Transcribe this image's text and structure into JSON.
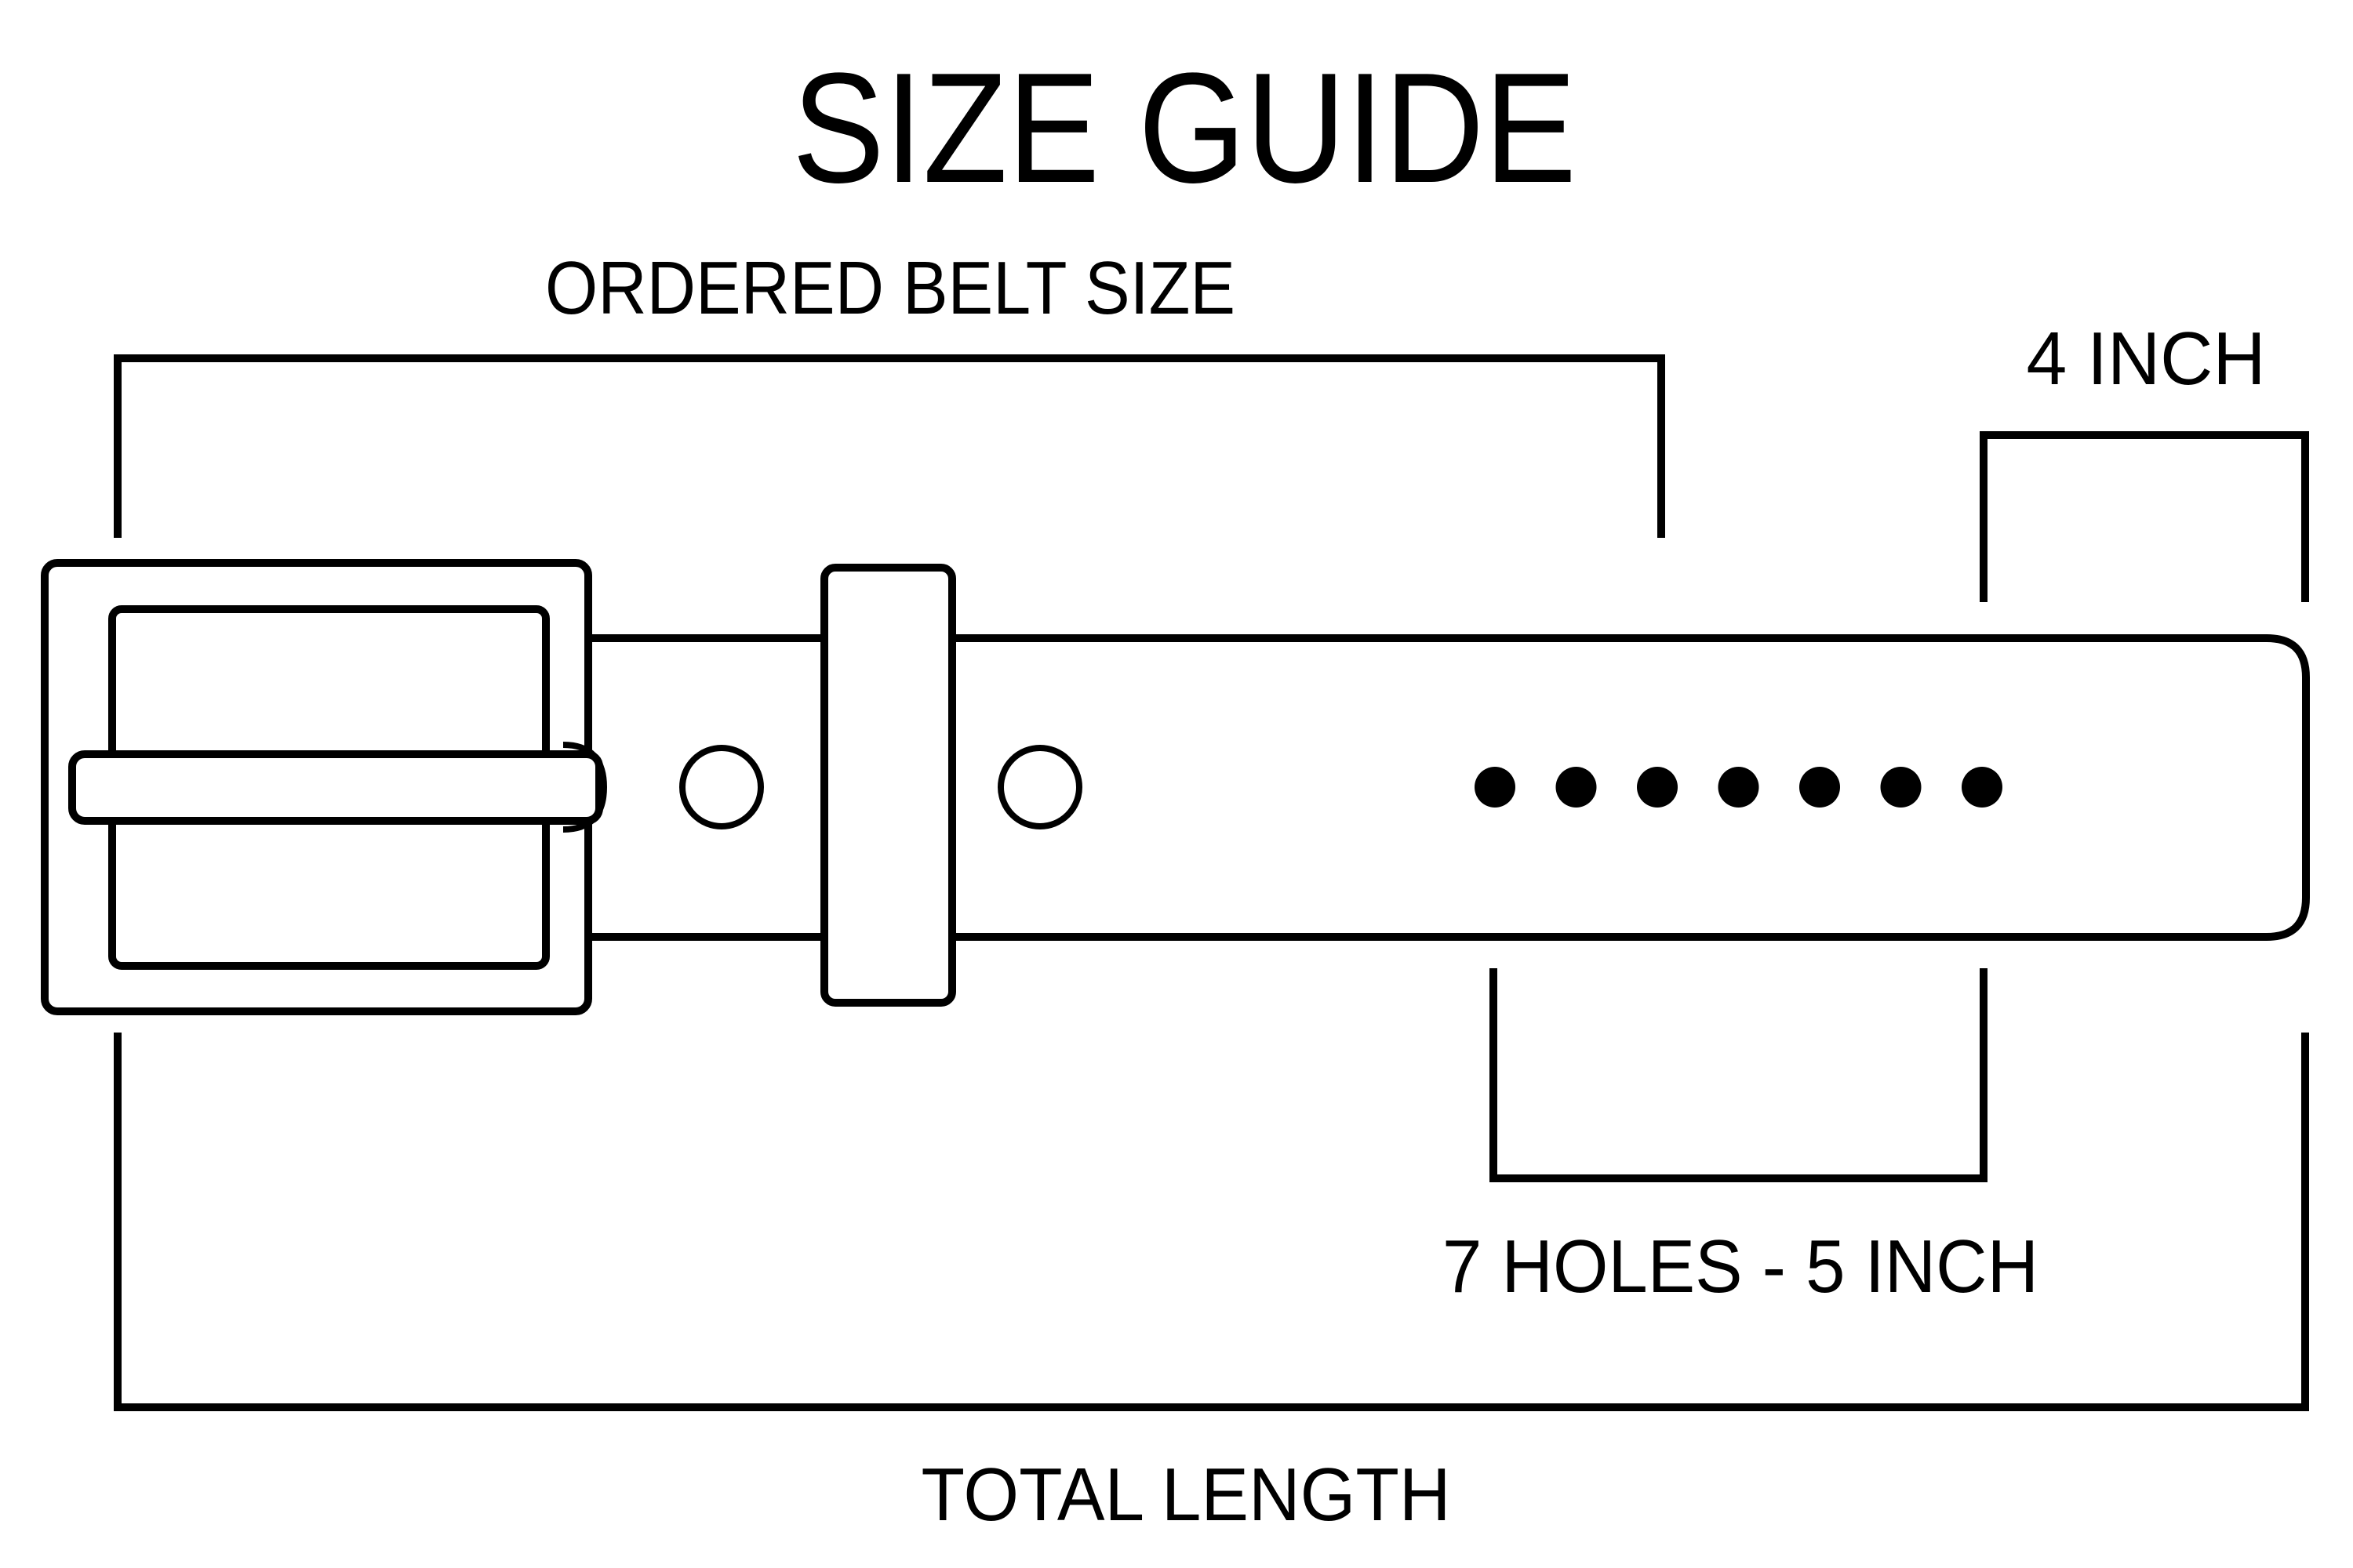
{
  "title": "SIZE GUIDE",
  "labels": {
    "ordered_belt_size": "ORDERED BELT SIZE",
    "tip_length": "4 INCH",
    "holes": "7 HOLES - 5 INCH",
    "total_length": "TOTAL LENGTH"
  },
  "hole_count": 7,
  "colors": {
    "line": "#000000",
    "background": "#ffffff"
  }
}
